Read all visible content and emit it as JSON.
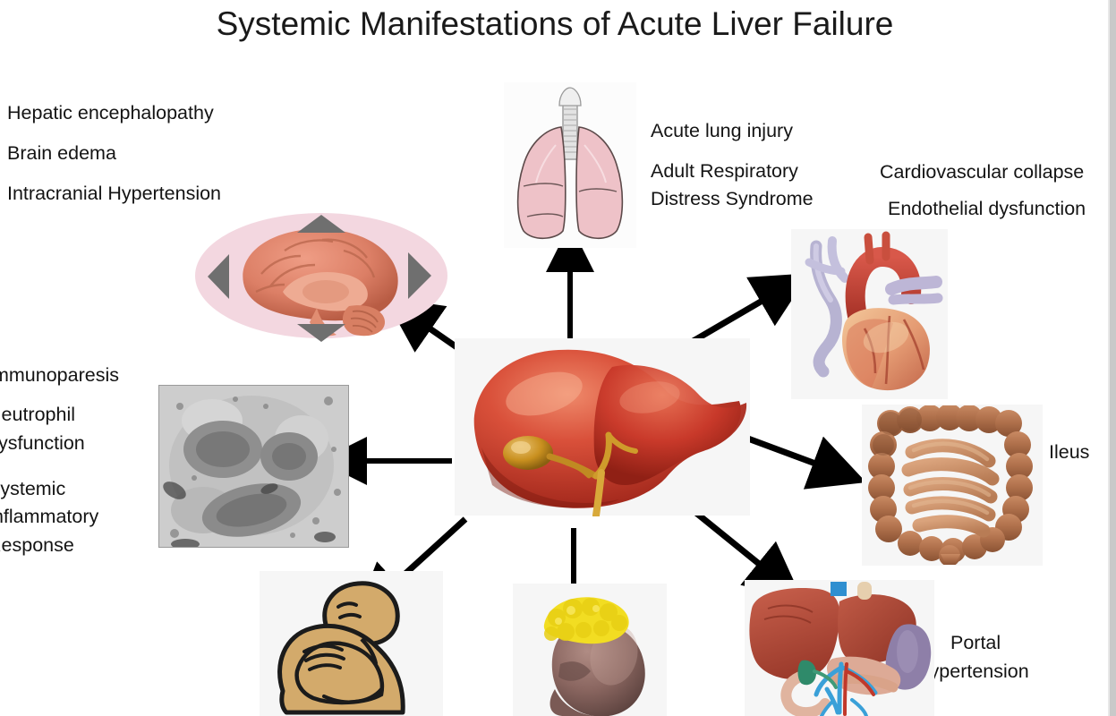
{
  "page": {
    "title": "Systemic Manifestations of Acute Liver Failure",
    "background_color": "#ffffff",
    "text_color": "#141414"
  },
  "labels": {
    "brain_line1": "Hepatic encephalopathy",
    "brain_line2": "Brain edema",
    "brain_line3": "Intracranial Hypertension",
    "lung_line1": "Acute lung injury",
    "lung_line2": "Adult Respiratory",
    "lung_line3": "Distress Syndrome",
    "heart_line1": "Cardiovascular collapse",
    "heart_line2": "Endothelial dysfunction",
    "immune_line1": "Immunoparesis",
    "immune_line2": "Neutrophil",
    "immune_line3": "dysfunction",
    "immune_line4": "Systemic",
    "immune_line5": "Inflammatory",
    "immune_line6": "Response",
    "gut_line1": "Ileus",
    "portal_line1": "Portal",
    "portal_line2": "Hypertension"
  },
  "figures": {
    "liver_center": "liver-organ-illustration",
    "brain": "brain-sagittal-illustration",
    "brain_halo": "pink-edema-halo",
    "brain_arrows": "gray-expansion-arrows",
    "lungs": "lungs-trachea-illustration",
    "heart": "heart-anatomy-illustration",
    "neutrophil": "neutrophil-electron-micrograph",
    "intestine": "intestine-colon-illustration",
    "muscle": "flexed-arm-muscle-cartoon",
    "kidney": "kidney-adrenal-illustration",
    "portal_liver": "liver-spleen-portal-illustration"
  },
  "arrows": {
    "to_brain": "arrow-liver-to-brain",
    "to_lungs": "arrow-liver-to-lungs",
    "to_heart": "arrow-liver-to-heart",
    "to_neutrophil": "arrow-liver-to-neutrophil",
    "to_intestine": "arrow-liver-to-intestine",
    "to_muscle": "arrow-liver-to-muscle",
    "to_kidney": "arrow-liver-to-kidney",
    "to_portal": "arrow-liver-to-portal"
  },
  "colors": {
    "liver_red": "#c0392b",
    "liver_red_light": "#e0664a",
    "brain_pink": "#f2d6de",
    "lung_pink": "#eec2c8",
    "gray_arrow": "#6f6f6f",
    "arrow_black": "#000000",
    "panel_gray": "#f6f6f6",
    "muscle_tan": "#d3aa6b",
    "intestine_brown": "#b5744c",
    "spleen_purple": "#8e7fa8",
    "adrenal_yellow": "#f2dd22",
    "kidney_brown": "#8a6a66"
  }
}
